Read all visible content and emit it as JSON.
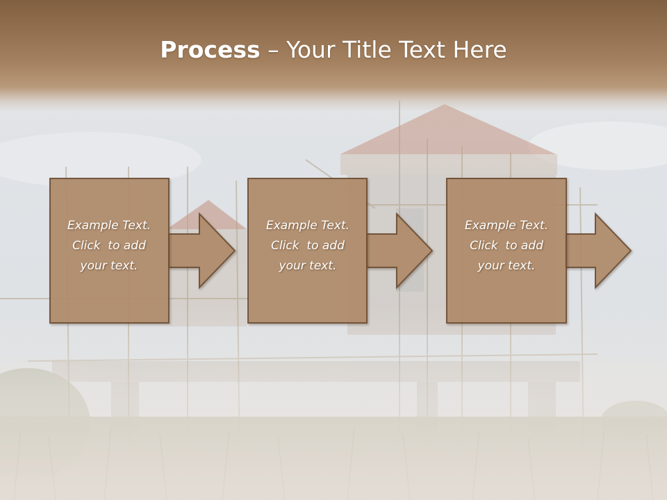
{
  "slide": {
    "title_bold": "Process",
    "title_rest": " – Your Title Text Here"
  },
  "colors": {
    "title_band": "#80603f",
    "box_fill": "#b08c6c",
    "box_border": "#6e5034",
    "text": "#ffffff"
  },
  "steps": [
    {
      "lines": [
        "Example Text.",
        "Click  to add",
        "your text."
      ]
    },
    {
      "lines": [
        "Example Text.",
        "Click  to add",
        "your text."
      ]
    },
    {
      "lines": [
        "Example Text.",
        "Click  to add",
        "your text."
      ]
    }
  ]
}
